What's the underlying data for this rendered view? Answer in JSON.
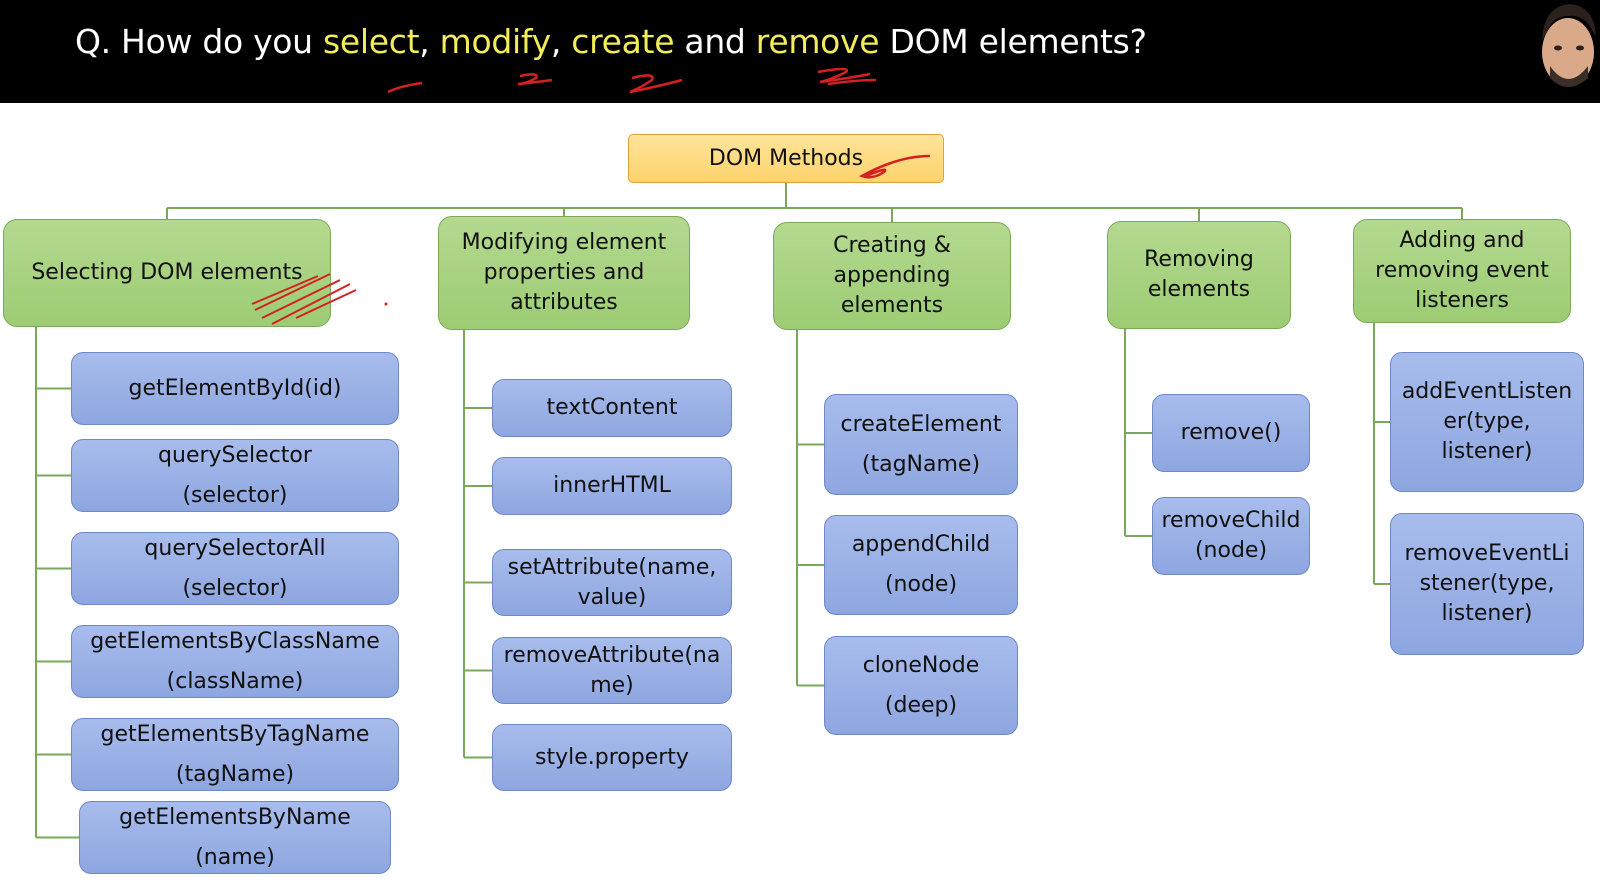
{
  "header": {
    "question_prefix": "Q. How do you ",
    "word_select": "select",
    "comma_1": ", ",
    "word_modify": "modify",
    "comma_2": ", ",
    "word_create": "create",
    "and_text": " and ",
    "word_remove": "remove",
    "question_suffix": " DOM elements?",
    "highlight_color": "#f3ec5a"
  },
  "root": {
    "label": "DOM Methods"
  },
  "categories": [
    {
      "label_lines": [
        "Selecting DOM elements"
      ],
      "items": [
        [
          "getElementById(id)"
        ],
        [
          "querySelector",
          "(selector)"
        ],
        [
          "querySelectorAll",
          "(selector)"
        ],
        [
          "getElementsByClassName",
          "(className)"
        ],
        [
          "getElementsByTagName",
          "(tagName)"
        ],
        [
          "getElementsByName",
          "(name)"
        ]
      ]
    },
    {
      "label_lines": [
        "Modifying element",
        "properties and",
        "attributes"
      ],
      "items": [
        [
          "textContent"
        ],
        [
          "innerHTML"
        ],
        [
          "setAttribute(name,",
          "value)"
        ],
        [
          "removeAttribute(na",
          "me)"
        ],
        [
          "style.property"
        ]
      ]
    },
    {
      "label_lines": [
        "Creating &",
        "appending",
        "elements"
      ],
      "items": [
        [
          "createElement",
          "(tagName)"
        ],
        [
          "appendChild",
          "(node)"
        ],
        [
          "cloneNode",
          "(deep)"
        ]
      ]
    },
    {
      "label_lines": [
        "Removing",
        "elements"
      ],
      "items": [
        [
          "remove()"
        ],
        [
          "removeChild",
          "(node)"
        ]
      ]
    },
    {
      "label_lines": [
        "Adding and",
        "removing event",
        "listeners"
      ],
      "items": [
        [
          "addEventListen",
          "er(type,",
          "listener)"
        ],
        [
          "removeEventLi",
          "stener(type,",
          "listener)"
        ]
      ]
    }
  ],
  "colors": {
    "header_bg": "#000000",
    "root_fill": "#fcd36d",
    "category_fill": "#9ccc74",
    "leaf_fill": "#8ea6e0",
    "connector": "#7aa85a",
    "annotation": "#d42020"
  }
}
